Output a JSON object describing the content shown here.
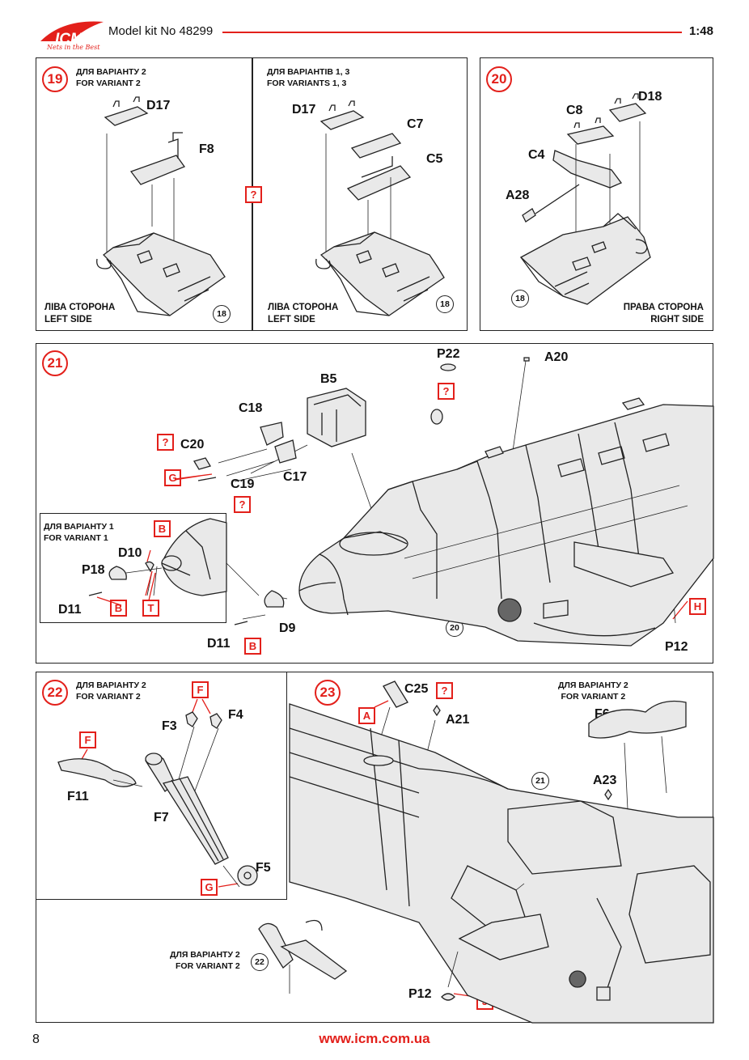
{
  "header": {
    "title": "Model kit No 48299",
    "scale": "1:48",
    "logo_text": "ICM",
    "logo_tagline": "Nets in the Best"
  },
  "step19": {
    "number": "19",
    "left": {
      "variant_ua": "ДЛЯ ВАРІАНТУ 2",
      "variant_en": "FOR VARIANT 2",
      "parts": [
        "D17",
        "F8"
      ],
      "side_ua": "ЛІВА СТОРОНА",
      "side_en": "LEFT SIDE",
      "ref": "18"
    },
    "right": {
      "variant_ua": "ДЛЯ ВАРІАНТІВ 1, 3",
      "variant_en": "FOR VARIANTS 1, 3",
      "parts": [
        "D17",
        "C7",
        "C5"
      ],
      "side_ua": "ЛІВА СТОРОНА",
      "side_en": "LEFT SIDE",
      "ref": "18"
    },
    "tag": "?"
  },
  "step20": {
    "number": "20",
    "parts": [
      "C8",
      "D18",
      "C4",
      "A28"
    ],
    "side_ua": "ПРАВА СТОРОНА",
    "side_en": "RIGHT SIDE",
    "ref": "18"
  },
  "step21": {
    "number": "21",
    "parts": [
      "P22",
      "A20",
      "B5",
      "C18",
      "C20",
      "C19",
      "C17",
      "D9",
      "D11",
      "P12"
    ],
    "tags": [
      "?",
      "?",
      "G",
      "?",
      "B",
      "H"
    ],
    "ref": "20",
    "inset": {
      "variant_ua": "ДЛЯ ВАРІАНТУ 1",
      "variant_en": "FOR VARIANT 1",
      "parts": [
        "D10",
        "P18",
        "D11"
      ],
      "tags": [
        "B",
        "T",
        "B"
      ]
    }
  },
  "step22": {
    "number": "22",
    "variant_ua": "ДЛЯ ВАРІАНТУ 2",
    "variant_en": "FOR VARIANT 2",
    "parts": [
      "F3",
      "F4",
      "F11",
      "F7",
      "F5"
    ],
    "tags": [
      "F",
      "F",
      "G"
    ]
  },
  "step23": {
    "number": "23",
    "parts": [
      "C25",
      "A21",
      "F6",
      "A23",
      "P12"
    ],
    "tags": [
      "A",
      "?",
      "J"
    ],
    "variant_ua": "ДЛЯ ВАРІАНТУ 2",
    "variant_en": "FOR VARIANT 2",
    "ref_top": "21",
    "bottom_variant_ua": "ДЛЯ ВАРІАНТУ 2",
    "bottom_variant_en": "FOR VARIANT 2",
    "ref_bottom": "22"
  },
  "footer": {
    "page": "8",
    "url": "www.icm.com.ua"
  },
  "colors": {
    "accent": "#e3201b",
    "line": "#222222"
  }
}
